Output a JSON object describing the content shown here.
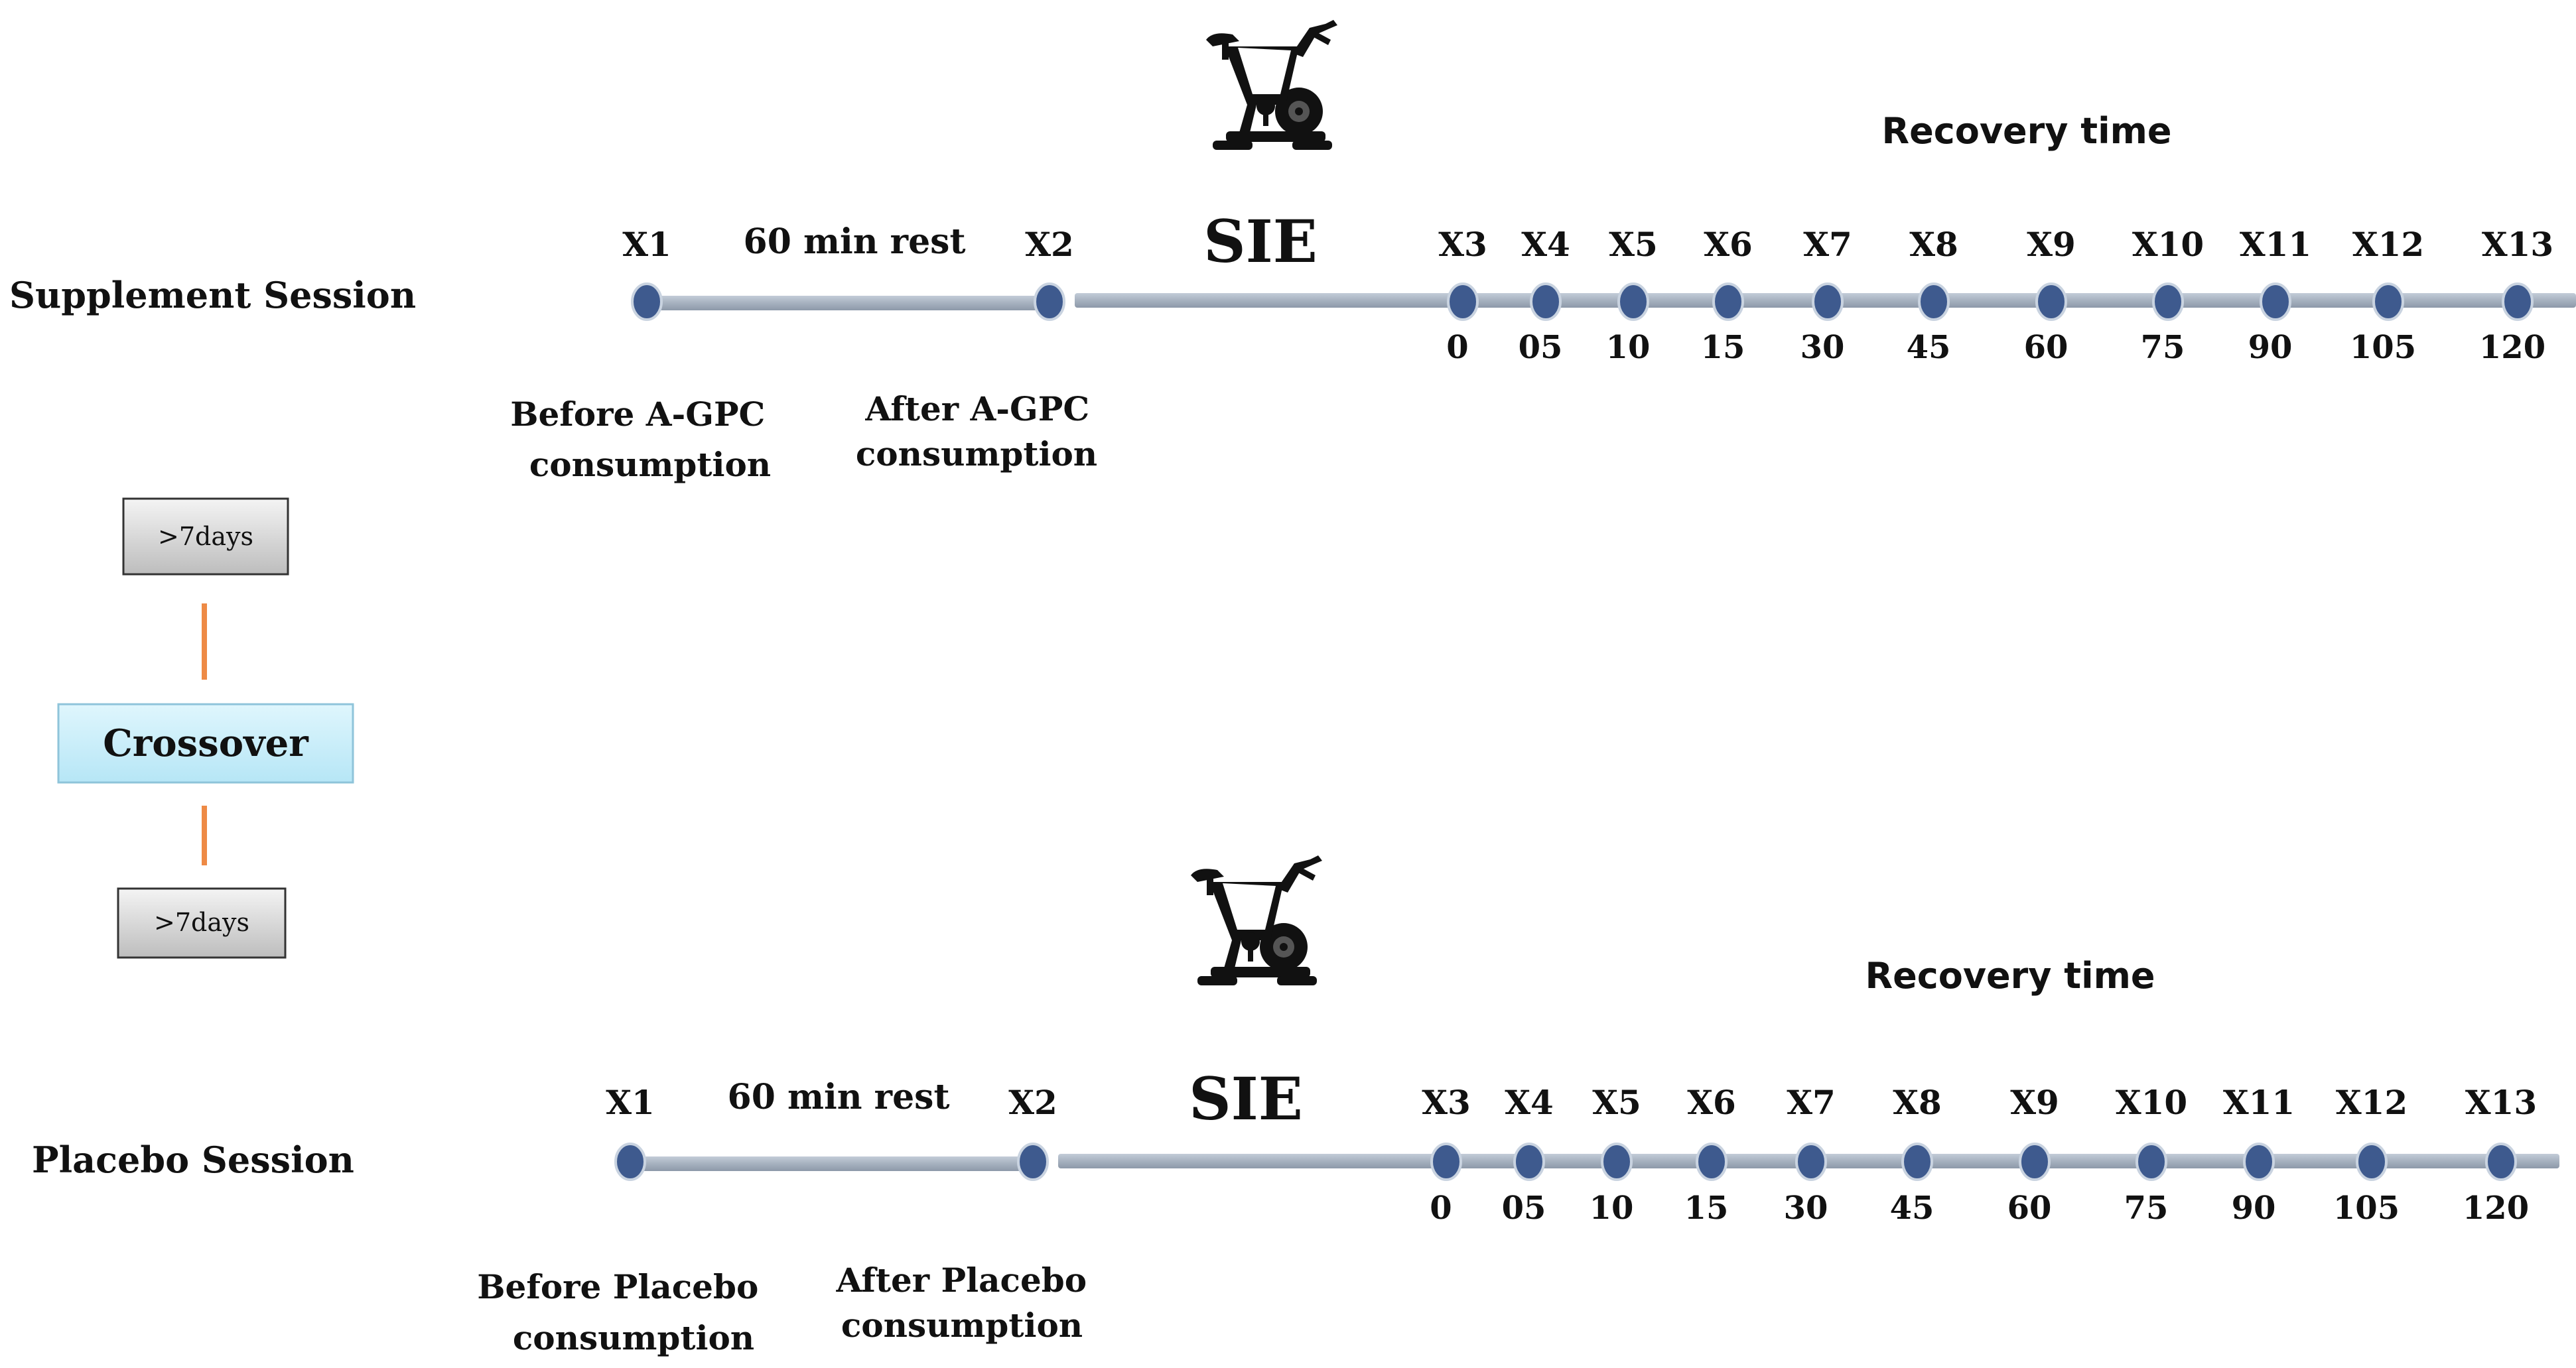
{
  "colors": {
    "track": "#a9b4c2",
    "dot": "#3e5a8e",
    "dot_ring": "#c9d3e0",
    "connector": "#ee8a45",
    "crossover_fill": "#c8eefa",
    "crossover_border": "#8fc4da",
    "days_fill": "#d9d9d9",
    "days_border": "#333333"
  },
  "icons": {
    "bike": "exercise-bike-icon"
  },
  "crossover": {
    "label": "Crossover",
    "top_box": ">7days",
    "bottom_box": ">7days"
  },
  "sessions": [
    {
      "id": "supplement",
      "label": "Supplement Session",
      "rest_label": "60 min rest",
      "exercise_label": "SIE",
      "recovery_label": "Recovery time",
      "before_label_lines": [
        "Before A-GPC",
        "consumption"
      ],
      "after_label_lines": [
        "After A-GPC",
        "consumption"
      ],
      "points": [
        {
          "name": "X1",
          "time": ""
        },
        {
          "name": "X2",
          "time": ""
        },
        {
          "name": "X3",
          "time": "0"
        },
        {
          "name": "X4",
          "time": "05"
        },
        {
          "name": "X5",
          "time": "10"
        },
        {
          "name": "X6",
          "time": "15"
        },
        {
          "name": "X7",
          "time": "30"
        },
        {
          "name": "X8",
          "time": "45"
        },
        {
          "name": "X9",
          "time": "60"
        },
        {
          "name": "X10",
          "time": "75"
        },
        {
          "name": "X11",
          "time": "90"
        },
        {
          "name": "X12",
          "time": "105"
        },
        {
          "name": "X13",
          "time": "120"
        }
      ]
    },
    {
      "id": "placebo",
      "label": "Placebo Session",
      "rest_label": "60 min rest",
      "exercise_label": "SIE",
      "recovery_label": "Recovery time",
      "before_label_lines": [
        "Before Placebo",
        "consumption"
      ],
      "after_label_lines": [
        "After Placebo",
        "consumption"
      ],
      "points": [
        {
          "name": "X1",
          "time": ""
        },
        {
          "name": "X2",
          "time": ""
        },
        {
          "name": "X3",
          "time": "0"
        },
        {
          "name": "X4",
          "time": "05"
        },
        {
          "name": "X5",
          "time": "10"
        },
        {
          "name": "X6",
          "time": "15"
        },
        {
          "name": "X7",
          "time": "30"
        },
        {
          "name": "X8",
          "time": "45"
        },
        {
          "name": "X9",
          "time": "60"
        },
        {
          "name": "X10",
          "time": "75"
        },
        {
          "name": "X11",
          "time": "90"
        },
        {
          "name": "X12",
          "time": "105"
        },
        {
          "name": "X13",
          "time": "120"
        }
      ]
    }
  ]
}
